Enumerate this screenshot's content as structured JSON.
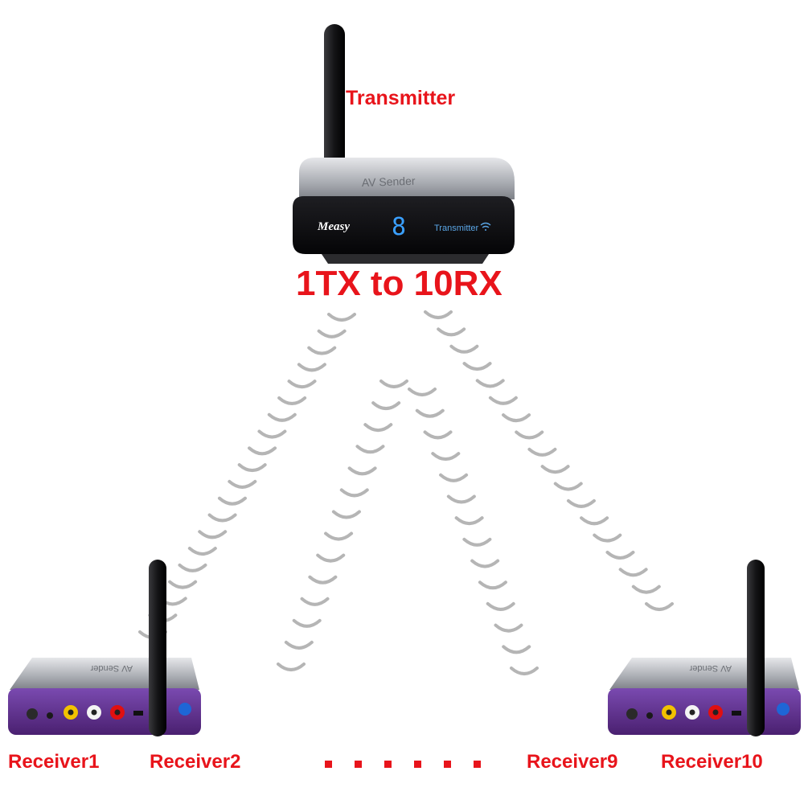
{
  "transmitter": {
    "label": "Transmitter",
    "brand": "Measy",
    "channel_digit": "8",
    "face_text": "Transmitter",
    "top_text": "AV Sender"
  },
  "headline": "1TX to 10RX",
  "receivers": [
    {
      "label": "Receiver1"
    },
    {
      "label": "Receiver2"
    },
    {
      "label": "Receiver9"
    },
    {
      "label": "Receiver10"
    }
  ],
  "ellipsis_dots": 6,
  "colors": {
    "label_red": "#e8141b",
    "device_purple": "#5b2c86",
    "device_silver": "#b9bcc2",
    "panel_black": "#0d0d10",
    "digit_blue": "#3aa0ff",
    "signal_gray": "#b5b5b5"
  }
}
